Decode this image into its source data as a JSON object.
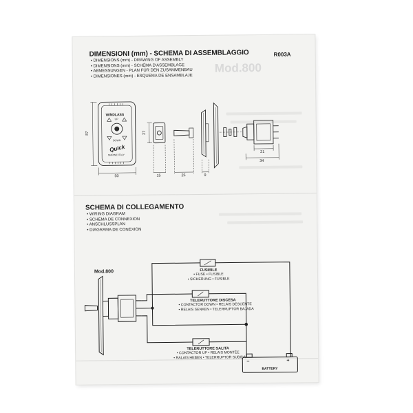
{
  "header": {
    "title": "DIMENSIONI (mm) - SCHEMA DI ASSEMBLAGGIO",
    "code": "R003A",
    "model_banner": "Mod.800",
    "subtitles": [
      "• DIMENSIONS (mm) - DRAWING OF ASSEMBLY",
      "• DIMENSIONS (mm) - SCHÉMA D'ASSEMBLAGE",
      "• ABMESSUNGEN - PLAN FÜR DEN ZUSAMMENBAU",
      "• DIMENSIONES (mm) - ESQUEMA DE ENSAMBLAJE"
    ]
  },
  "assembly": {
    "panel_label": "WINDLASS",
    "up_label": "UP",
    "down_label": "DOWN",
    "brand": "Quick",
    "brand_sub": "MARINE ITALY",
    "dims": {
      "height": "87",
      "width": "50",
      "cap_height": "27",
      "cap_width": "15",
      "toggle_length": "25",
      "plate": "9",
      "body_depth": "34",
      "body_side": "21"
    }
  },
  "wiring": {
    "title": "SCHEMA DI COLLEGAMENTO",
    "subtitles": [
      "• WIRING DIAGRAM",
      "• SCHÉMA DE CONNEXION",
      "• ANSCHLUSSPLAN",
      "• DIAGRAMA DE CONEXION"
    ],
    "model": "Mod.800",
    "fuse": {
      "title": "FUSIBILE",
      "line1": "• FUSE • FUSIBLE",
      "line2": "• SICHERUNG • FUSIBLE"
    },
    "down": {
      "title": "TELERUTTORE DISCESA",
      "line1": "• CONTACTOR DOWN • RELAIS DESCENTE",
      "line2": "• RELAIS SENKEN • TELERRUPTOR BAJADA"
    },
    "up": {
      "title": "TELERUTTORE SALITA",
      "line1": "• CONTACTOR UP • RELAIS MONTÉE",
      "line2": "• RALAIS HEBEN • TELERRUPTOR SUBIDA"
    },
    "battery": {
      "label": "BATTERY",
      "minus": "−",
      "plus": "+"
    }
  }
}
